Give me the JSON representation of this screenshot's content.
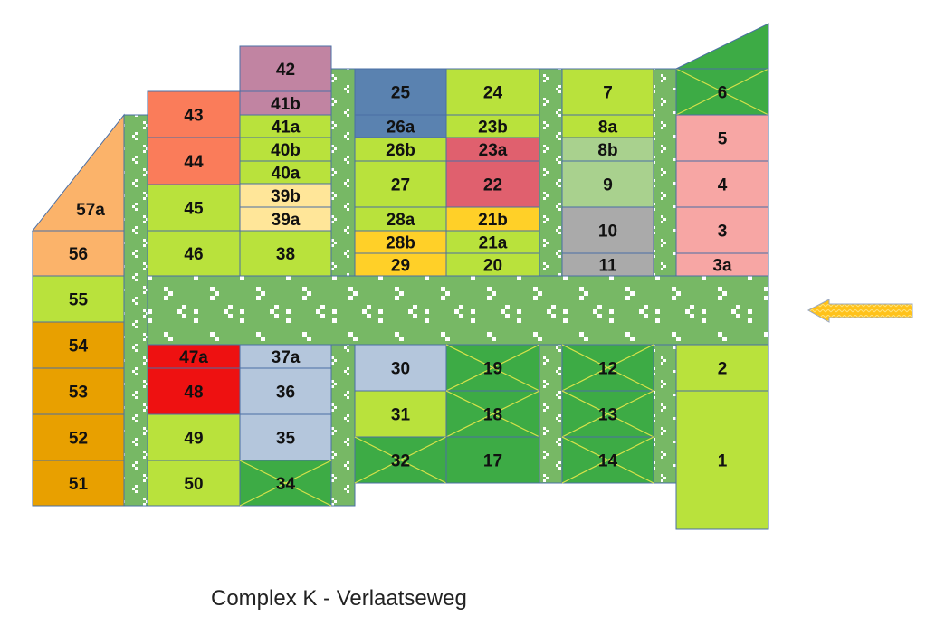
{
  "title": "Complex K - Verlaatseweg",
  "colors": {
    "lime": "#b9e23c",
    "green": "#3dab45",
    "pink": "#f7a6a4",
    "red": "#ee1111",
    "lightblue": "#b4c6dc",
    "steelblue": "#5a82b0",
    "salmon": "#fa7c5a",
    "mauve": "#c184a2",
    "lightyellow": "#ffe699",
    "gold": "#ffd028",
    "orange": "#e8a000",
    "peach": "#fbb36a",
    "grey": "#aaaaaa",
    "sage": "#a9d18e",
    "rose": "#e0606e",
    "path": "#77b865",
    "arrow": "#ffc21a"
  },
  "plots": [
    {
      "label": "57a",
      "color": "peach",
      "unavailable": false
    },
    {
      "label": "56",
      "color": "peach",
      "unavailable": false
    },
    {
      "label": "55",
      "color": "lime",
      "unavailable": false
    },
    {
      "label": "54",
      "color": "orange",
      "unavailable": false
    },
    {
      "label": "53",
      "color": "orange",
      "unavailable": false
    },
    {
      "label": "52",
      "color": "orange",
      "unavailable": false
    },
    {
      "label": "51",
      "color": "orange",
      "unavailable": false
    },
    {
      "label": "43",
      "color": "salmon",
      "unavailable": false
    },
    {
      "label": "44",
      "color": "salmon",
      "unavailable": false
    },
    {
      "label": "45",
      "color": "lime",
      "unavailable": false
    },
    {
      "label": "46",
      "color": "lime",
      "unavailable": false
    },
    {
      "label": "47a",
      "color": "red",
      "unavailable": false
    },
    {
      "label": "48",
      "color": "red",
      "unavailable": false
    },
    {
      "label": "49",
      "color": "lime",
      "unavailable": false
    },
    {
      "label": "50",
      "color": "lime",
      "unavailable": false
    },
    {
      "label": "42",
      "color": "mauve",
      "unavailable": false
    },
    {
      "label": "41b",
      "color": "mauve",
      "unavailable": false
    },
    {
      "label": "41a",
      "color": "lime",
      "unavailable": false
    },
    {
      "label": "40b",
      "color": "lime",
      "unavailable": false
    },
    {
      "label": "40a",
      "color": "lime",
      "unavailable": false
    },
    {
      "label": "39b",
      "color": "lightyellow",
      "unavailable": false
    },
    {
      "label": "39a",
      "color": "lightyellow",
      "unavailable": false
    },
    {
      "label": "38",
      "color": "lime",
      "unavailable": false
    },
    {
      "label": "37a",
      "color": "lightblue",
      "unavailable": false
    },
    {
      "label": "36",
      "color": "lightblue",
      "unavailable": false
    },
    {
      "label": "35",
      "color": "lightblue",
      "unavailable": false
    },
    {
      "label": "34",
      "color": "green",
      "unavailable": true
    },
    {
      "label": "25",
      "color": "steelblue",
      "unavailable": false
    },
    {
      "label": "26a",
      "color": "steelblue",
      "unavailable": false
    },
    {
      "label": "26b",
      "color": "lime",
      "unavailable": false
    },
    {
      "label": "27",
      "color": "lime",
      "unavailable": false
    },
    {
      "label": "28a",
      "color": "lime",
      "unavailable": false
    },
    {
      "label": "28b",
      "color": "gold",
      "unavailable": false
    },
    {
      "label": "29",
      "color": "gold",
      "unavailable": false
    },
    {
      "label": "30",
      "color": "lightblue",
      "unavailable": false
    },
    {
      "label": "31",
      "color": "lime",
      "unavailable": false
    },
    {
      "label": "32",
      "color": "green",
      "unavailable": true
    },
    {
      "label": "24",
      "color": "lime",
      "unavailable": false
    },
    {
      "label": "23b",
      "color": "lime",
      "unavailable": false
    },
    {
      "label": "23a",
      "color": "rose",
      "unavailable": false
    },
    {
      "label": "22",
      "color": "rose",
      "unavailable": false
    },
    {
      "label": "21b",
      "color": "gold",
      "unavailable": false
    },
    {
      "label": "21a",
      "color": "lime",
      "unavailable": false
    },
    {
      "label": "20",
      "color": "lime",
      "unavailable": false
    },
    {
      "label": "19",
      "color": "green",
      "unavailable": true
    },
    {
      "label": "18",
      "color": "green",
      "unavailable": true
    },
    {
      "label": "17",
      "color": "green",
      "unavailable": false
    },
    {
      "label": "7",
      "color": "lime",
      "unavailable": false
    },
    {
      "label": "8a",
      "color": "lime",
      "unavailable": false
    },
    {
      "label": "8b",
      "color": "sage",
      "unavailable": false
    },
    {
      "label": "9",
      "color": "sage",
      "unavailable": false
    },
    {
      "label": "10",
      "color": "grey",
      "unavailable": false
    },
    {
      "label": "11",
      "color": "grey",
      "unavailable": false
    },
    {
      "label": "12",
      "color": "green",
      "unavailable": true
    },
    {
      "label": "13",
      "color": "green",
      "unavailable": true
    },
    {
      "label": "14",
      "color": "green",
      "unavailable": true
    },
    {
      "label": "6",
      "color": "green",
      "unavailable": true
    },
    {
      "label": "5",
      "color": "pink",
      "unavailable": false
    },
    {
      "label": "4",
      "color": "pink",
      "unavailable": false
    },
    {
      "label": "3",
      "color": "pink",
      "unavailable": false
    },
    {
      "label": "3a",
      "color": "pink",
      "unavailable": false
    },
    {
      "label": "2",
      "color": "lime",
      "unavailable": false
    },
    {
      "label": "1",
      "color": "lime",
      "unavailable": false
    }
  ]
}
